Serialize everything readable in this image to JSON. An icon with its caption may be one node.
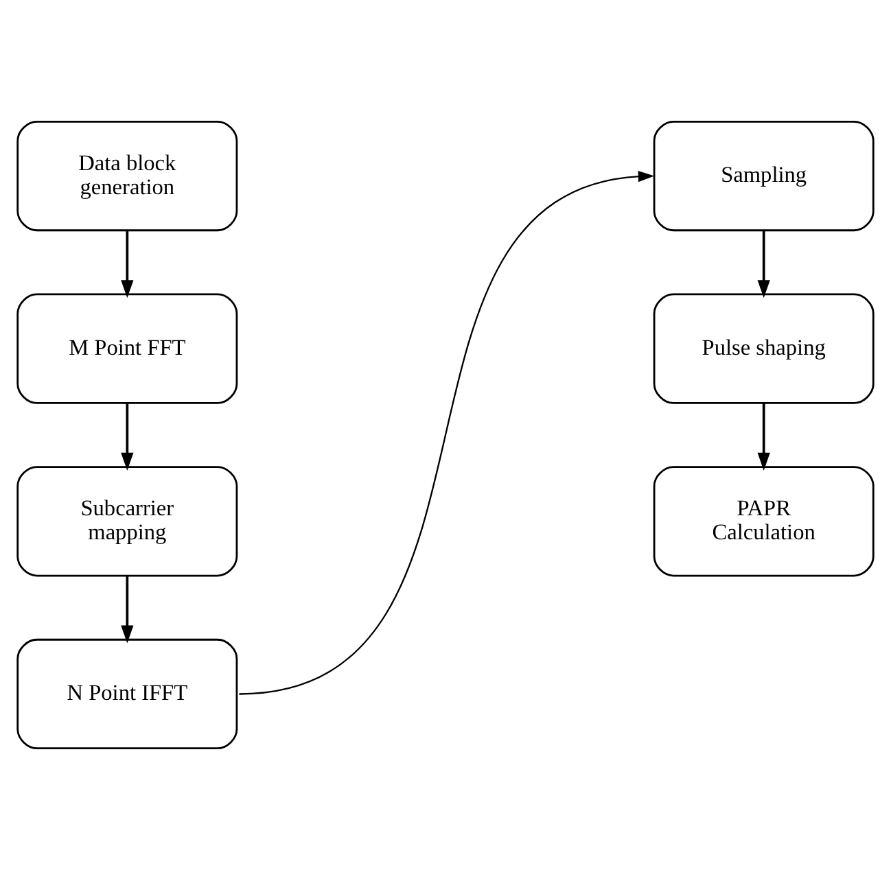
{
  "diagram": {
    "nodes": [
      {
        "text": [
          "Data block generation"
        ]
      },
      {
        "text": [
          "M Point FFT"
        ]
      },
      {
        "text": [
          "Subcarrier mapping"
        ]
      },
      {
        "text": [
          "N Point IFFT"
        ]
      },
      {
        "text": [
          "Sampling"
        ]
      },
      {
        "text": [
          "Pulse shaping"
        ]
      },
      {
        "text": [
          "PAPR Calculation"
        ]
      }
    ],
    "edges": [
      {
        "from": 0,
        "to": 1,
        "arrow": "to"
      },
      {
        "from": 1,
        "to": 2,
        "arrow": "to"
      },
      {
        "from": 2,
        "to": 3,
        "arrow": "to"
      },
      {
        "from": 3,
        "to": 4,
        "arrow": "to"
      },
      {
        "from": 4,
        "to": 5,
        "arrow": "to"
      },
      {
        "from": 5,
        "to": 6,
        "arrow": "to"
      }
    ]
  }
}
